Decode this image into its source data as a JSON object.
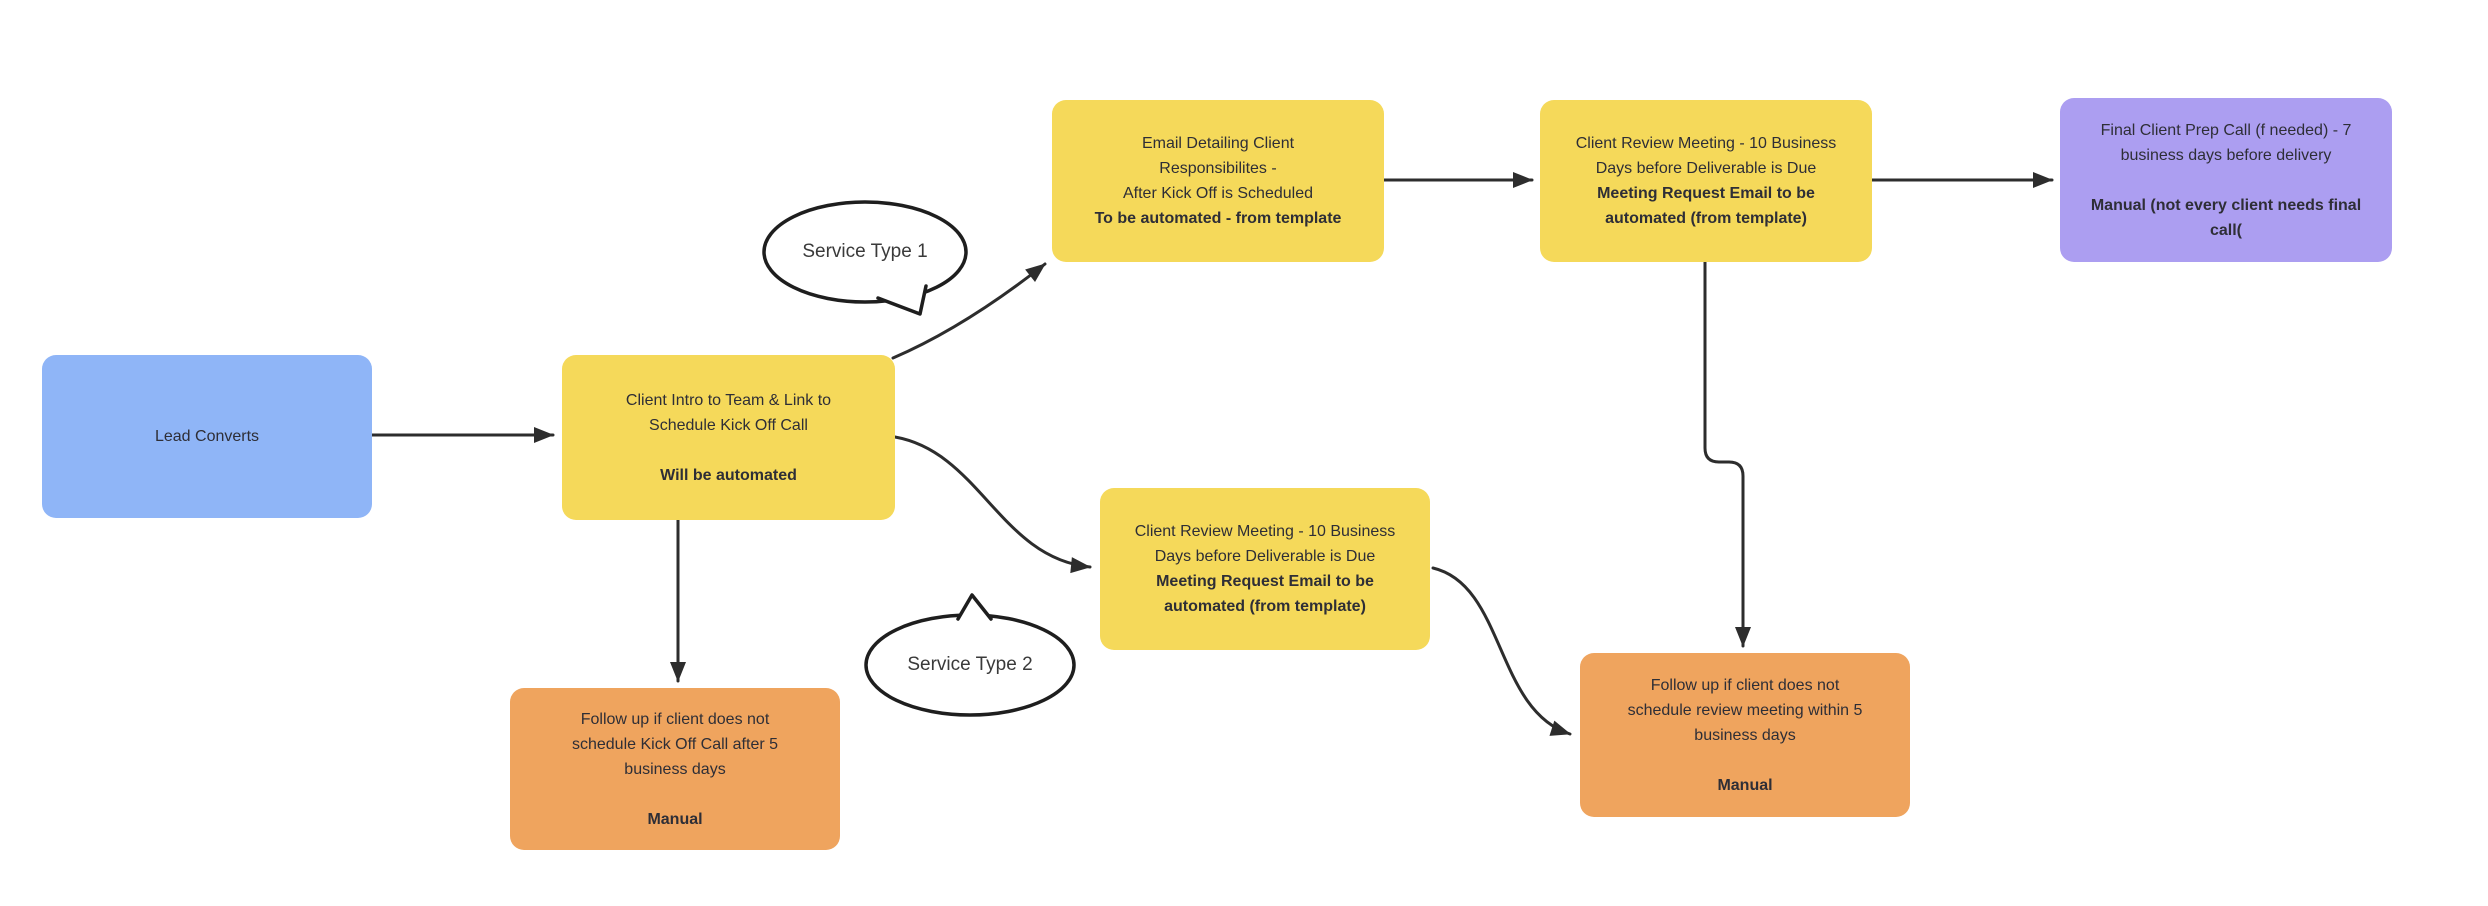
{
  "diagram": {
    "background_color": "#ffffff",
    "connector_color": "#2d2d2d",
    "text_color": "#2e2e36",
    "colors": {
      "blue": "#8FB5F7",
      "yellow": "#F5D95A",
      "purple": "#AC9EF1",
      "orange": "#EFA45E"
    },
    "nodes": [
      {
        "id": "lead-converts",
        "color": "#8FB5F7",
        "lines": [
          "Lead Converts"
        ],
        "bold_lines": []
      },
      {
        "id": "client-intro",
        "color": "#F5D95A",
        "lines": [
          "Client Intro to Team & Link to",
          "Schedule Kick Off Call"
        ],
        "bold_lines": [
          "Will be automated"
        ]
      },
      {
        "id": "email-detailing-responsibilities",
        "color": "#F5D95A",
        "lines": [
          "Email Detailing Client",
          "Responsibilites -",
          "After Kick Off is Scheduled"
        ],
        "bold_lines": [
          "To be automated - from template"
        ]
      },
      {
        "id": "client-review-meeting-top",
        "color": "#F5D95A",
        "lines": [
          "Client Review Meeting - 10 Business",
          "Days before Deliverable is Due"
        ],
        "bold_lines": [
          "Meeting Request Email to be",
          "automated (from template)"
        ]
      },
      {
        "id": "final-client-prep-call",
        "color": "#AC9EF1",
        "lines": [
          "Final Client Prep Call (f needed) - 7",
          "business days before delivery"
        ],
        "bold_lines": [
          "Manual (not every client needs final",
          "call("
        ]
      },
      {
        "id": "client-review-meeting-bottom",
        "color": "#F5D95A",
        "lines": [
          "Client Review Meeting - 10 Business",
          "Days before Deliverable is Due"
        ],
        "bold_lines": [
          "Meeting Request Email to be",
          "automated (from template)"
        ]
      },
      {
        "id": "follow-up-kickoff",
        "color": "#EFA45E",
        "lines": [
          "Follow up if client does not",
          "schedule Kick Off Call after 5",
          "business days"
        ],
        "bold_lines": [
          "Manual"
        ]
      },
      {
        "id": "follow-up-review",
        "color": "#EFA45E",
        "lines": [
          "Follow up if client does not",
          "schedule review meeting within 5",
          "business days"
        ],
        "bold_lines": [
          "Manual"
        ]
      }
    ],
    "bubbles": [
      {
        "id": "service-type-1",
        "label": "Service Type 1"
      },
      {
        "id": "service-type-2",
        "label": "Service Type 2"
      }
    ]
  }
}
